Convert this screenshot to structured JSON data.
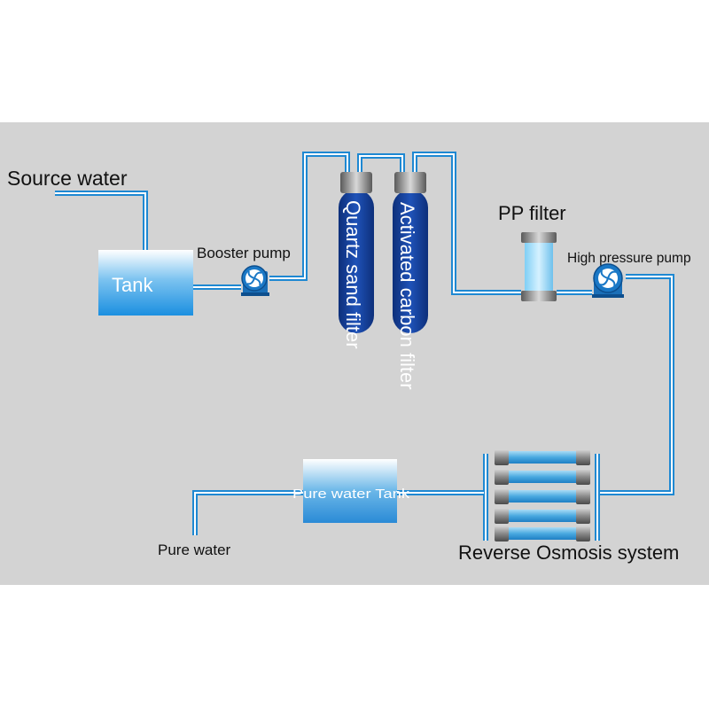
{
  "labels": {
    "source_water": "Source water",
    "tank": "Tank",
    "booster_pump": "Booster pump",
    "quartz_sand_filter": "Quartz sand filter",
    "activated_carbon_filter": "Activated carbon filter",
    "pp_filter": "PP filter",
    "high_pressure_pump": "High pressure pump",
    "reverse_osmosis_system": "Reverse Osmosis system",
    "pure_water_tank": "Pure water Tank",
    "pure_water": "Pure water"
  },
  "colors": {
    "panel": "#d3d3d3",
    "pipe": "#1e88d2",
    "filter_vessel": "#123f9a",
    "tank_top": "#ffffff",
    "tank_bottom": "#1b8fe0",
    "pump": "#1a78c6",
    "membrane": "#6cc3ee"
  }
}
